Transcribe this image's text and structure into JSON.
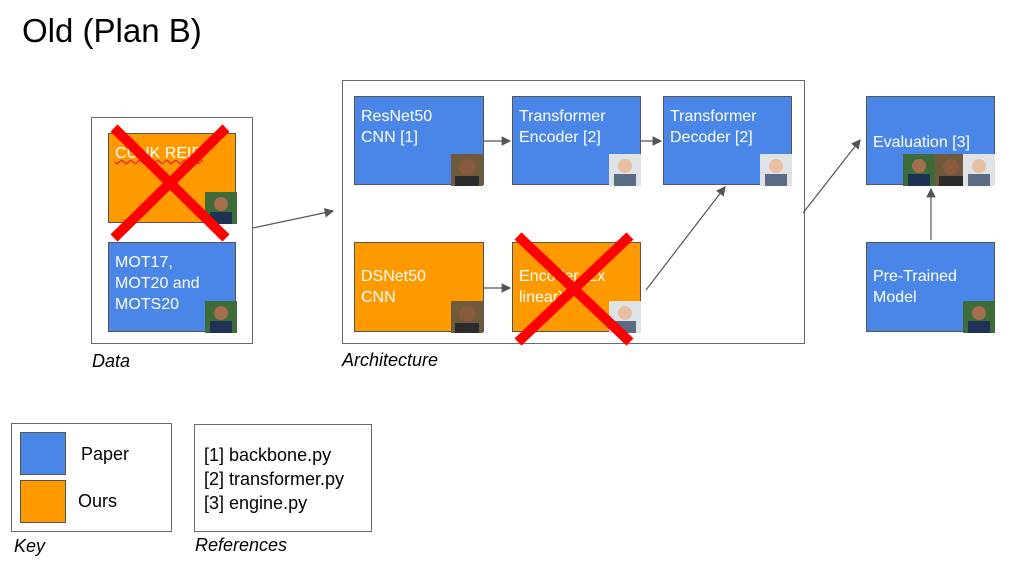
{
  "title": "Old (Plan B)",
  "colors": {
    "paper": "#4a86e8",
    "ours": "#ff9900",
    "cross": "#ff0000"
  },
  "data_section": {
    "caption": "Data",
    "crossed_box_label": "CUHK REID",
    "mot_box_lines": [
      "MOT17,",
      "MOT20 and",
      "MOTS20"
    ]
  },
  "architecture": {
    "caption": "Architecture",
    "resnet": [
      "ResNet50",
      "CNN [1]"
    ],
    "encoder": [
      "Transformer",
      "Encoder [2]"
    ],
    "decoder": [
      "Transformer",
      "Decoder [2]"
    ],
    "dsnet": [
      "DSNet50",
      "CNN"
    ],
    "crossed_encoder": [
      "Encoder (2x",
      "linear)"
    ]
  },
  "evaluation": {
    "label": "Evaluation [3]"
  },
  "pretrained": [
    "Pre-Trained",
    "Model"
  ],
  "key": {
    "caption": "Key",
    "paper_label": "Paper",
    "ours_label": "Ours"
  },
  "references": {
    "caption": "References",
    "lines": [
      "[1] backbone.py",
      "[2] transformer.py",
      "[3] engine.py"
    ]
  },
  "icons": [
    "person-photo-icon",
    "cross-out-icon",
    "arrow-icon"
  ]
}
